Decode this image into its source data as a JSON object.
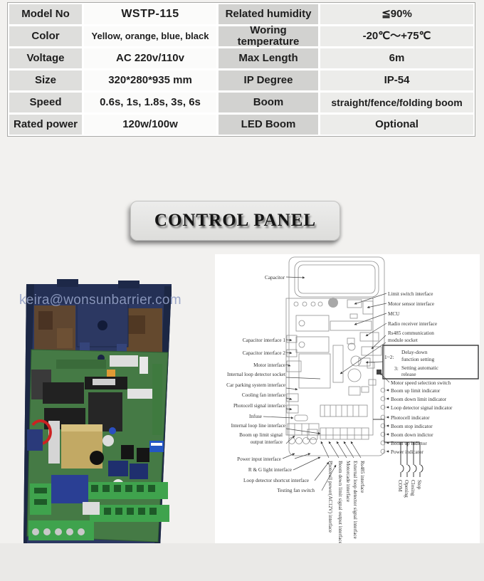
{
  "spec_table": {
    "rows": [
      {
        "label": "Model No",
        "value": "WSTP-115",
        "label2": "Related humidity",
        "value2": "≦90%"
      },
      {
        "label": "Color",
        "value": "Yellow, orange, blue, black",
        "label2": "Woring temperature",
        "value2": "-20℃～+75℃"
      },
      {
        "label": "Voltage",
        "value": "AC 220v/110v",
        "label2": "Max Length",
        "value2": "6m"
      },
      {
        "label": "Size",
        "value": "320*280*935 mm",
        "label2": "IP Degree",
        "value2": "IP-54"
      },
      {
        "label": "Speed",
        "value": "0.6s, 1s, 1.8s, 3s, 6s",
        "label2": "Boom",
        "value2": "straight/fence/folding boom"
      },
      {
        "label": "Rated power",
        "value": "120w/100w",
        "label2": "LED Boom",
        "value2": "Optional"
      }
    ]
  },
  "banner": {
    "title": "CONTROL PANEL"
  },
  "photo": {
    "watermark": "keira@wonsunbarrier.com"
  },
  "colors": {
    "case_navy": "#2c3862",
    "pcb_green": "#457a45",
    "terminal_green": "#3fa34d",
    "transformer_brass": "#c2a964",
    "banner_gray": "#e4e4e2"
  },
  "diagram": {
    "top_label": "Capacitor",
    "left_labels": [
      "Capacitor interface 1",
      "Capacitor interface 2",
      "Motor interface",
      "Internal loop detector socket",
      "Car parking system interface",
      "Cooling fan interface",
      "Photocell signal interface",
      "Infuse",
      "Internal loop line interface",
      "Boom up limit signal",
      "output interface",
      "Power input interface",
      "R & G light interface",
      "Loop detector shortcut interface",
      "Testing fan switch"
    ],
    "right_labels": [
      "Limit switch interface",
      "Motor sensor interface",
      "MCU",
      "Radio receiver interface",
      "Rs485 communication",
      "module socket"
    ],
    "note_box": {
      "label1": "1~2:",
      "text1a": "Delay-down",
      "text1b": "function setting",
      "label2": "3:",
      "text2a": "Setting automatic",
      "text2b": "release"
    },
    "indicators": [
      "Motor speed selection switch",
      "Boom up limit indicator",
      "Boom down limit indicator",
      "Loop detector signal indicator",
      "Photocell indicator",
      "Boom stop indicator",
      "Boom down indictor",
      "Boom up indictor",
      "Power indicator"
    ],
    "bottom_labels": [
      "Photocell power(AC12V) interface",
      "Boom down limit signal output interface",
      "Motorcade interface",
      "External loop detector signal interface",
      "Rs485 interface"
    ],
    "button_labels": [
      "COM",
      "Opening",
      "Closing",
      "Stop"
    ]
  }
}
